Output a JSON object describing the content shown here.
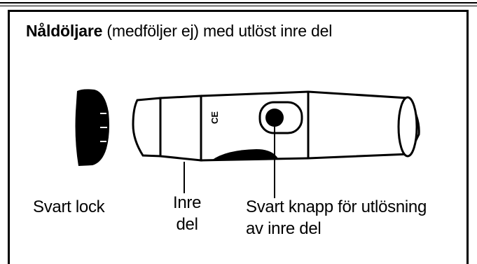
{
  "title": {
    "bold": "Nåldöljare",
    "rest": " (medföljer ej) med utlöst inre del"
  },
  "device_mark": "CE",
  "labels": {
    "cap": "Svart lock",
    "inner_line1": "Inre",
    "inner_line2": "del",
    "button_line1": "Svart knapp för utlösning",
    "button_line2": "av inre del"
  }
}
